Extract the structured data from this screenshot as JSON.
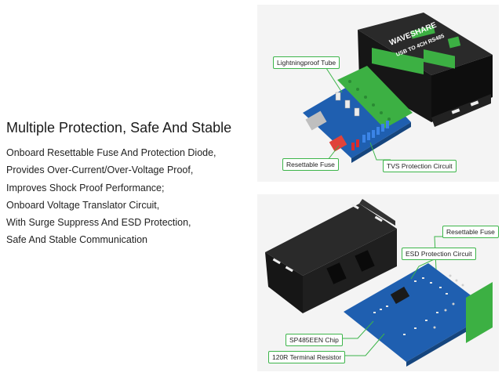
{
  "headline": "Multiple Protection, Safe And Stable",
  "features": [
    "Onboard Resettable Fuse And Protection Diode,",
    "Provides Over-Current/Over-Voltage Proof,",
    "Improves Shock Proof Performance;",
    "Onboard Voltage Translator Circuit,",
    "With Surge Suppress And ESD Protection,",
    "Safe And Stable Communication"
  ],
  "top_image": {
    "brand": "WAVESHARE",
    "model": "USB TO 4CH RS485",
    "callouts": {
      "lightningproof": "Lightningproof Tube",
      "resettable_fuse": "Resettable Fuse",
      "tvs": "TVS Protection Circuit"
    }
  },
  "bottom_image": {
    "callouts": {
      "resettable_fuse": "Resettable Fuse",
      "esd": "ESD Protection Circuit",
      "chip": "SP485EEN Chip",
      "terminal": "120R Terminal Resistor"
    }
  },
  "colors": {
    "callout_border": "#3db54a",
    "terminal_green": "#3cb043",
    "pcb_blue": "#1f5fb0",
    "enclosure_black": "#1b1b1b"
  }
}
